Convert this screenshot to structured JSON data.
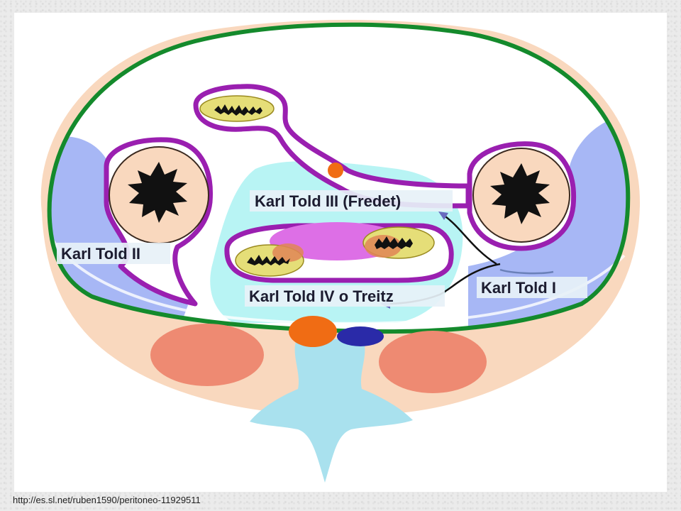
{
  "labels": {
    "told_iii": "Karl Told III (Fredet)",
    "told_ii": "Karl Told II",
    "told_iv": "Karl Told IV o Treitz",
    "told_i": "Karl Told I"
  },
  "source_url": "http://es.sl.net/ruben1590/peritoneo-11929511",
  "colors": {
    "peritoneum_line": "#148a2c",
    "mesentery_outline": "#9a1fb0",
    "retroperitoneum_fill": "#f9d8be",
    "kidney": "#ee8a72",
    "spine": "#a9e1ee",
    "lateral_recess": "#a7b7f5",
    "central_recess": "#b8f4f4",
    "aorta": "#f06c14",
    "vena_cava": "#2a2aa8",
    "pancreas": "#dd6fe6",
    "bowel_loop": "#e5de78"
  }
}
